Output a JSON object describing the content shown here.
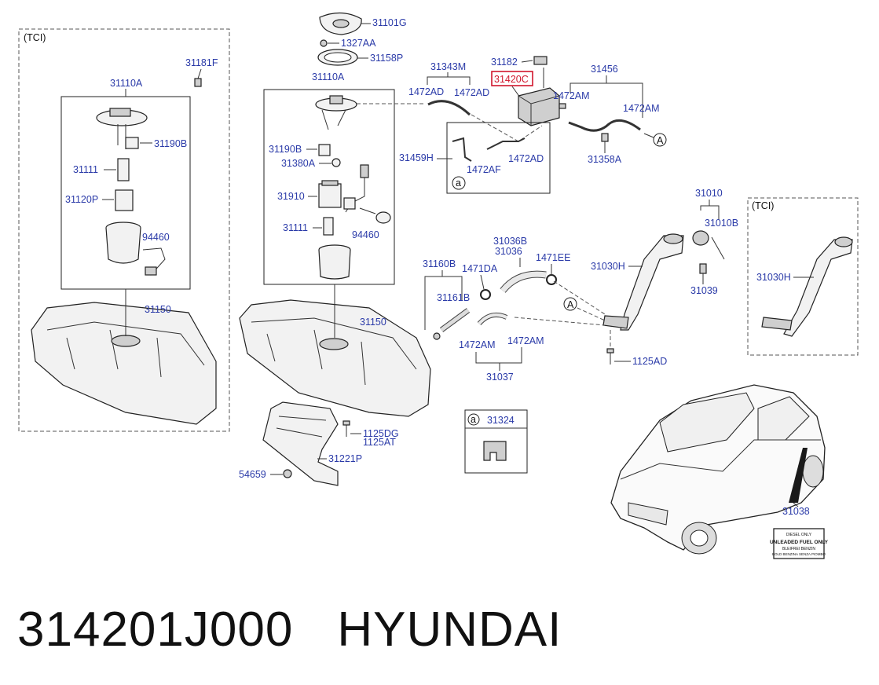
{
  "diagram": {
    "tci_left": "(TCI)",
    "tci_right": "(TCI)",
    "highlight_color": "#d0162c",
    "label_color": "#2a3aa8",
    "parts": {
      "p31101G": "31101G",
      "p1327AA": "1327AA",
      "p31158P": "31158P",
      "p31110A_top": "31110A",
      "p31181F": "31181F",
      "p31110A_left": "31110A",
      "p31190B_left": "31190B",
      "p31111_left": "31111",
      "p31120P": "31120P",
      "p94460_left": "94460",
      "p31150_left": "31150",
      "p31190B_mid": "31190B",
      "p31380A": "31380A",
      "p31910": "31910",
      "p31111_mid": "31111",
      "p94460_mid": "94460",
      "p31150_mid": "31150",
      "p1125DG": "1125DG",
      "p1125AT": "1125AT",
      "p31221P": "31221P",
      "p54659": "54659",
      "p31343M": "31343M",
      "p1472AD_a": "1472AD",
      "p1472AD_b": "1472AD",
      "p31182": "31182",
      "p31420C": "31420C",
      "p31456": "31456",
      "p1472AM_a": "1472AM",
      "p1472AM_b": "1472AM",
      "p31459H": "31459H",
      "p1472AF": "1472AF",
      "p1472AD_c": "1472AD",
      "p31358A": "31358A",
      "circle_a": "a",
      "circle_A": "A",
      "p31010": "31010",
      "p31010B": "31010B",
      "p31030H_mid": "31030H",
      "p31039": "31039",
      "p1125AD": "1125AD",
      "p31030H_right": "31030H",
      "p31036B": "31036B",
      "p31036": "31036",
      "p1471EE": "1471EE",
      "p31160B": "31160B",
      "p1471DA": "1471DA",
      "p31161B": "31161B",
      "p1472AM_c": "1472AM",
      "p1472AM_d": "1472AM",
      "p31037": "31037",
      "p31324": "31324",
      "p31038": "31038"
    },
    "fuel_label_lines": [
      "DIESEL ONLY",
      "UNLEADED FUEL ONLY",
      "BLEIFREI BENZIN",
      "BOLD BENZINA SENZA PIOMBO"
    ]
  },
  "footer": {
    "part_number": "314201J000",
    "brand": "HYUNDAI"
  }
}
